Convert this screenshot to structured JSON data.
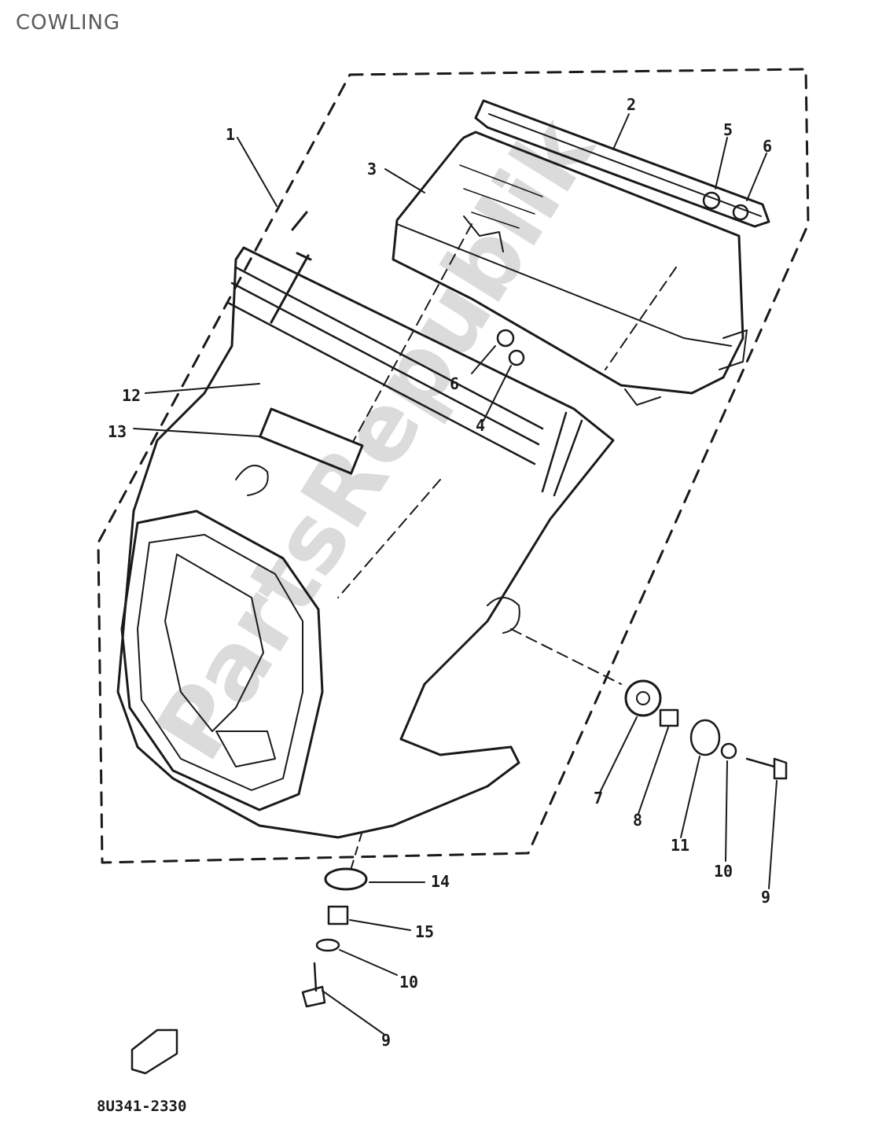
{
  "title": "COWLING",
  "diagram_code": "8U341-2330",
  "watermark": "PartsRepublik",
  "callouts": [
    {
      "id": "c1",
      "text": "1"
    },
    {
      "id": "c2",
      "text": "2"
    },
    {
      "id": "c3",
      "text": "3"
    },
    {
      "id": "c5",
      "text": "5"
    },
    {
      "id": "c6a",
      "text": "6"
    },
    {
      "id": "c6b",
      "text": "6"
    },
    {
      "id": "c4",
      "text": "4"
    },
    {
      "id": "c12",
      "text": "12"
    },
    {
      "id": "c13",
      "text": "13"
    },
    {
      "id": "c7",
      "text": "7"
    },
    {
      "id": "c8",
      "text": "8"
    },
    {
      "id": "c11",
      "text": "11"
    },
    {
      "id": "c10a",
      "text": "10"
    },
    {
      "id": "c9a",
      "text": "9"
    },
    {
      "id": "c14",
      "text": "14"
    },
    {
      "id": "c15",
      "text": "15"
    },
    {
      "id": "c10b",
      "text": "10"
    },
    {
      "id": "c9b",
      "text": "9"
    }
  ]
}
